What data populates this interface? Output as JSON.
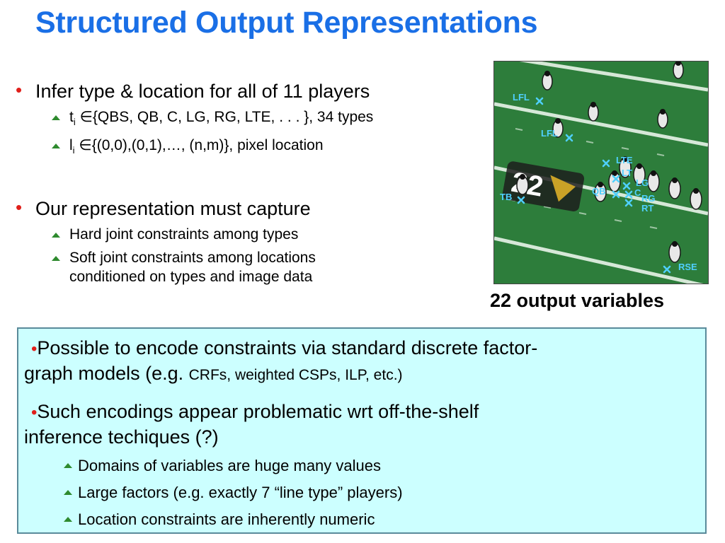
{
  "slide": {
    "title": "Structured Output Representations",
    "bullets": [
      {
        "text": "Infer type & location for all of 11 players",
        "sub": [
          {
            "var": "t",
            "index": "i",
            "symbol": "∈",
            "rest": "{QBS, QB, C, LG, RG, LTE, . . . }, 34 types"
          },
          {
            "var": "l",
            "index": "i",
            "symbol": "∈",
            "rest": "{(0,0),(0,1),…, (n,m)}, pixel location"
          }
        ]
      },
      {
        "text": "Our representation must capture",
        "sub": [
          {
            "text": "Hard joint constraints among types"
          },
          {
            "text": "Soft joint constraints among locations",
            "text2": "conditioned on types and image data"
          }
        ]
      }
    ],
    "image_labels": [
      "LFL",
      "LFL",
      "LTE",
      "LT",
      "LG",
      "QB",
      "C",
      "RG",
      "RT",
      "TB",
      "RSE"
    ],
    "caption": "22 output variables",
    "note": {
      "p1_line1": "Possible to encode constraints via standard discrete factor-",
      "p1_line2_main": "graph models (e.g. ",
      "p1_line2_small": "CRFs, weighted CSPs, ILP, etc.)",
      "p2_line1": "Such encodings appear problematic wrt off-the-shelf",
      "p2_line2": "inference techiques (?)",
      "sub": [
        "Domains of variables are huge many values",
        "Large factors (e.g. exactly 7 “line type” players)",
        "Location constraints are inherently numeric"
      ]
    },
    "colors": {
      "title": "#1a6fe6",
      "bullet": "#e0201b",
      "sub_marker": "#2e8a2e",
      "note_bg": "#ccffff",
      "field": "#2a7a3a",
      "label": "#4fd0ff"
    }
  }
}
